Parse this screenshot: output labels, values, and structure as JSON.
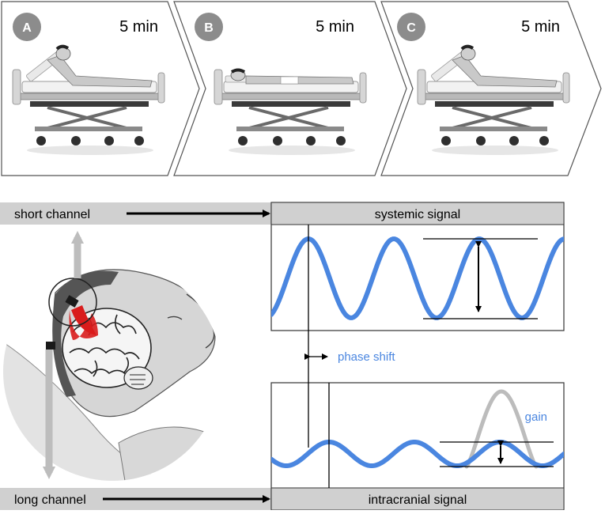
{
  "panels": [
    {
      "letter": "A",
      "duration": "5 min",
      "posture": "head-up"
    },
    {
      "letter": "B",
      "duration": "5 min",
      "posture": "supine"
    },
    {
      "letter": "C",
      "duration": "5 min",
      "posture": "head-up"
    }
  ],
  "labels": {
    "short_channel": "short channel",
    "long_channel": "long channel",
    "systemic_signal": "systemic signal",
    "intracranial_signal": "intracranial signal",
    "phase_shift": "phase shift",
    "gain": "gain"
  },
  "colors": {
    "signal_blue": "#4a86e0",
    "label_blue": "#4a86e0",
    "band_gray": "#d0d0d0",
    "badge_gray": "#8c8c8c",
    "optode_red": "#d91c1c",
    "arrow_gray": "#bdbdbd",
    "ghost_gray": "#bcbcbc"
  }
}
